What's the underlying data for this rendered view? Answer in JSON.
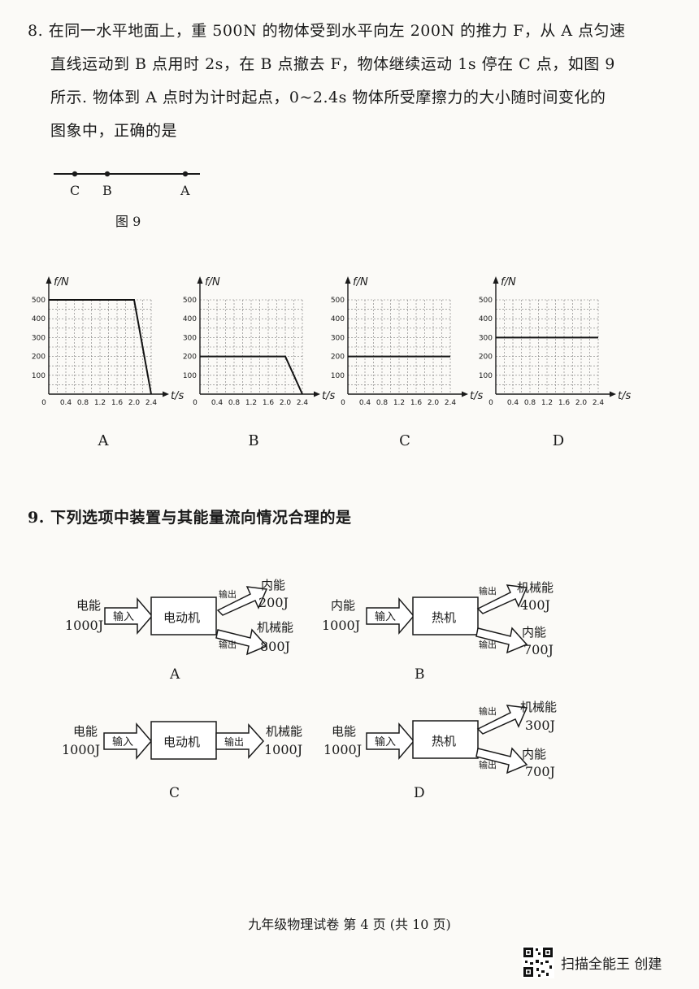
{
  "q8": {
    "number": "8.",
    "lines": [
      "在同一水平地面上，重 500N 的物体受到水平向左 200N 的推力 F，从 A 点匀速",
      "直线运动到 B 点用时 2s，在 B 点撤去 F，物体继续运动 1s 停在 C 点，如图 9",
      "所示. 物体到 A 点时为计时起点，0~2.4s 物体所受摩擦力的大小随时间变化的",
      "图象中，正确的是"
    ],
    "figure": {
      "points": [
        "C",
        "B",
        "A"
      ],
      "caption": "图 9"
    },
    "axis": {
      "ylabel": "f/N",
      "xlabel": "t/s",
      "yticks": [
        "100",
        "200",
        "300",
        "400",
        "500"
      ],
      "xticks": [
        "0",
        "0.4",
        "0.8",
        "1.2",
        "1.6",
        "2.0",
        "2.4"
      ]
    },
    "chart_data": [
      {
        "type": "line",
        "option": "A",
        "x": [
          0,
          2.0,
          2.4
        ],
        "y": [
          500,
          500,
          0
        ],
        "xlim": [
          0,
          2.4
        ],
        "ylim": [
          0,
          500
        ],
        "grid": true
      },
      {
        "type": "line",
        "option": "B",
        "x": [
          0,
          2.0,
          2.4
        ],
        "y": [
          200,
          200,
          0
        ],
        "xlim": [
          0,
          2.4
        ],
        "ylim": [
          0,
          500
        ],
        "grid": true
      },
      {
        "type": "line",
        "option": "C",
        "x": [
          0,
          2.4
        ],
        "y": [
          200,
          200
        ],
        "xlim": [
          0,
          2.4
        ],
        "ylim": [
          0,
          500
        ],
        "grid": true
      },
      {
        "type": "line",
        "option": "D",
        "x": [
          0,
          2.4
        ],
        "y": [
          300,
          300
        ],
        "xlim": [
          0,
          2.4
        ],
        "ylim": [
          0,
          500
        ],
        "grid": true
      }
    ]
  },
  "q9": {
    "number": "9.",
    "text": "下列选项中装置与其能量流向情况合理的是",
    "in_label": "输入",
    "out_label": "输出",
    "options": [
      {
        "letter": "A",
        "source": "电能",
        "source_value": "1000J",
        "device": "电动机",
        "out1": "内能",
        "out1_value": "200J",
        "out2": "机械能",
        "out2_value": "800J"
      },
      {
        "letter": "B",
        "source": "内能",
        "source_value": "1000J",
        "device": "热机",
        "out1": "机械能",
        "out1_value": "400J",
        "out2": "内能",
        "out2_value": "700J"
      },
      {
        "letter": "C",
        "source": "电能",
        "source_value": "1000J",
        "device": "电动机",
        "out1": "机械能",
        "out1_value": "1000J"
      },
      {
        "letter": "D",
        "source": "电能",
        "source_value": "1000J",
        "device": "热机",
        "out1": "机械能",
        "out1_value": "300J",
        "out2": "内能",
        "out2_value": "700J"
      }
    ]
  },
  "footer": {
    "text": "九年级物理试卷  第 4 页  (共 10 页)"
  },
  "watermark": {
    "text": "扫描全能王 创建"
  }
}
